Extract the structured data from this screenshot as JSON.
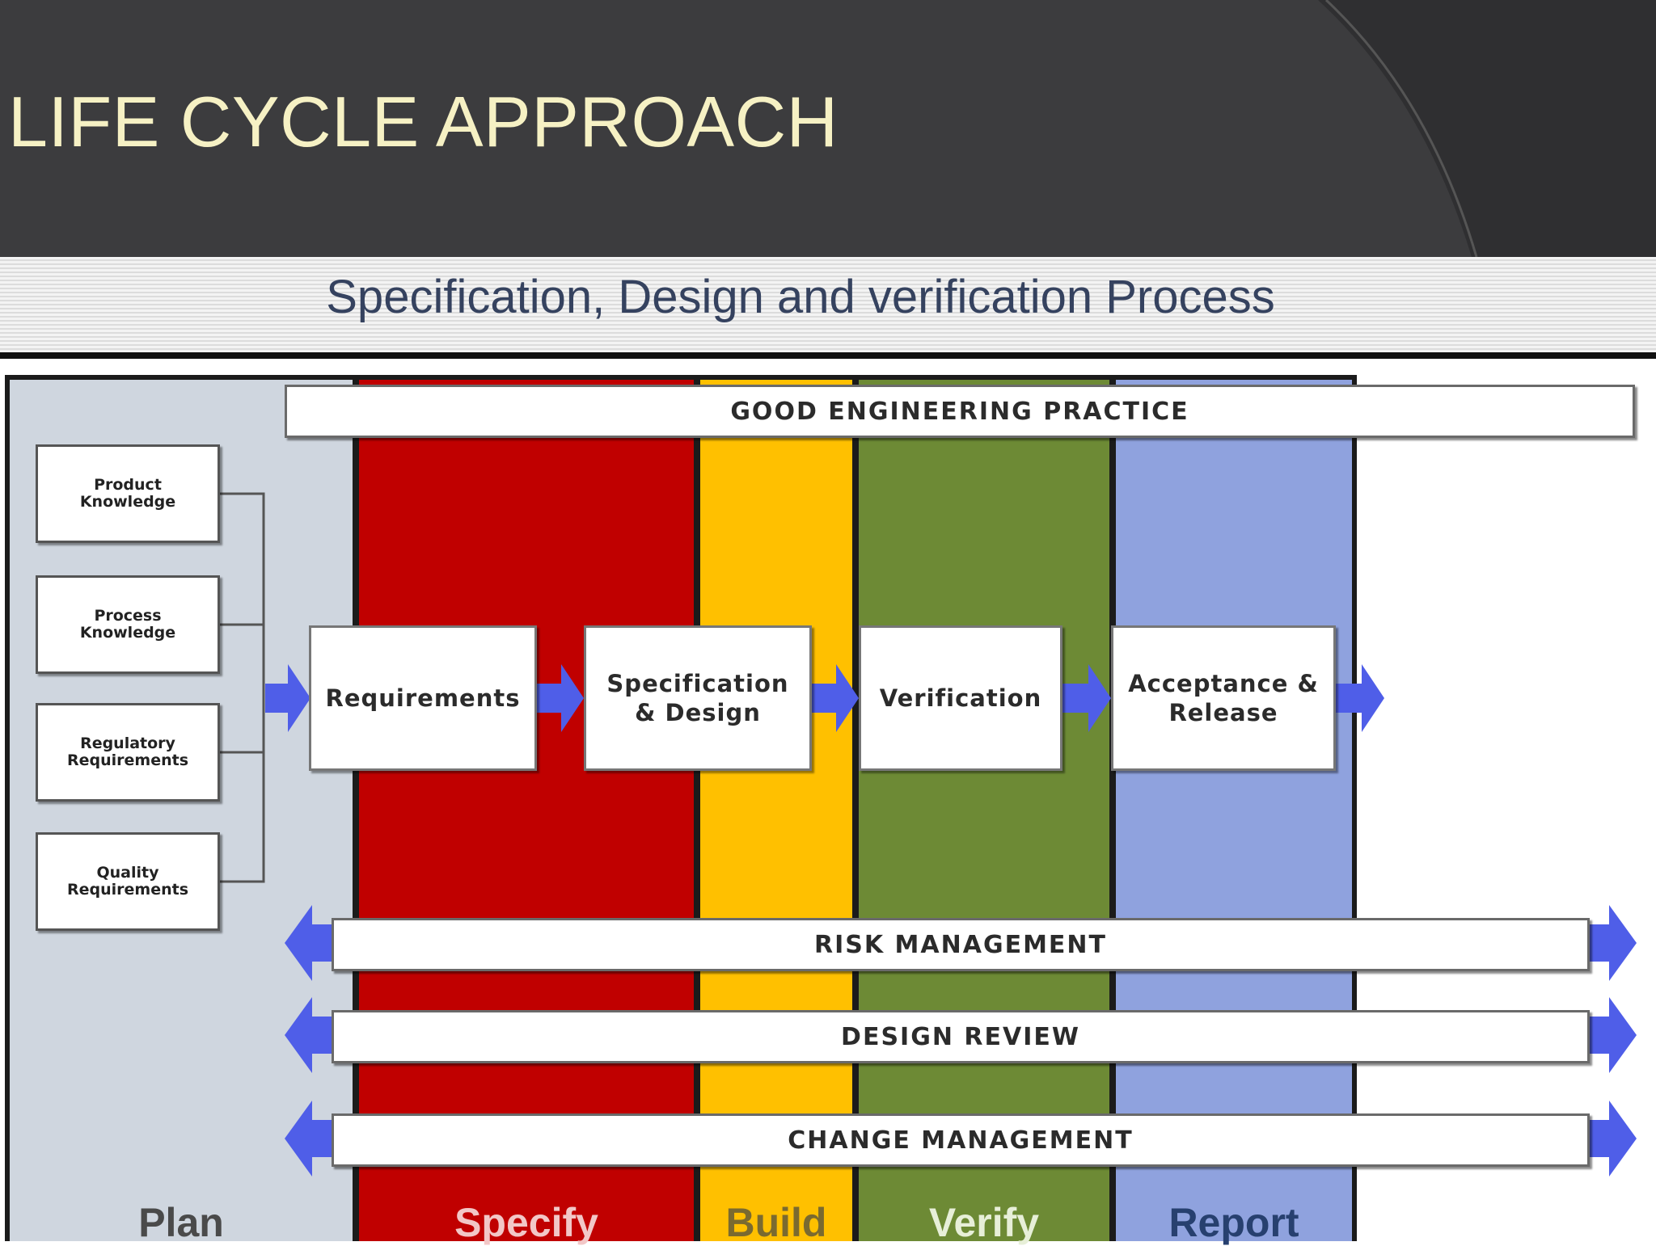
{
  "slide": {
    "title": "LIFE CYCLE APPROACH"
  },
  "diagram": {
    "title": "Specification, Design and verification Process",
    "phases": [
      "Plan",
      "Specify",
      "Build",
      "Verify",
      "Report"
    ],
    "inputs": [
      "Product Knowledge",
      "Process Knowledge",
      "Regulatory Requirements",
      "Quality Requirements"
    ],
    "steps": [
      "Requirements",
      "Specification & Design",
      "Verification",
      "Acceptance & Release"
    ],
    "bands": {
      "top": "GOOD ENGINEERING PRACTICE",
      "risk": "RISK MANAGEMENT",
      "review": "DESIGN REVIEW",
      "change": "CHANGE MANAGEMENT"
    },
    "colors": {
      "header": "#3c3c3e",
      "title_text": "#f6f1c4",
      "plan": "#cfd6df",
      "specify": "#c00000",
      "build": "#ffc000",
      "verify": "#6d8a35",
      "report": "#8fa2de",
      "arrow": "#4f5ee8"
    }
  }
}
